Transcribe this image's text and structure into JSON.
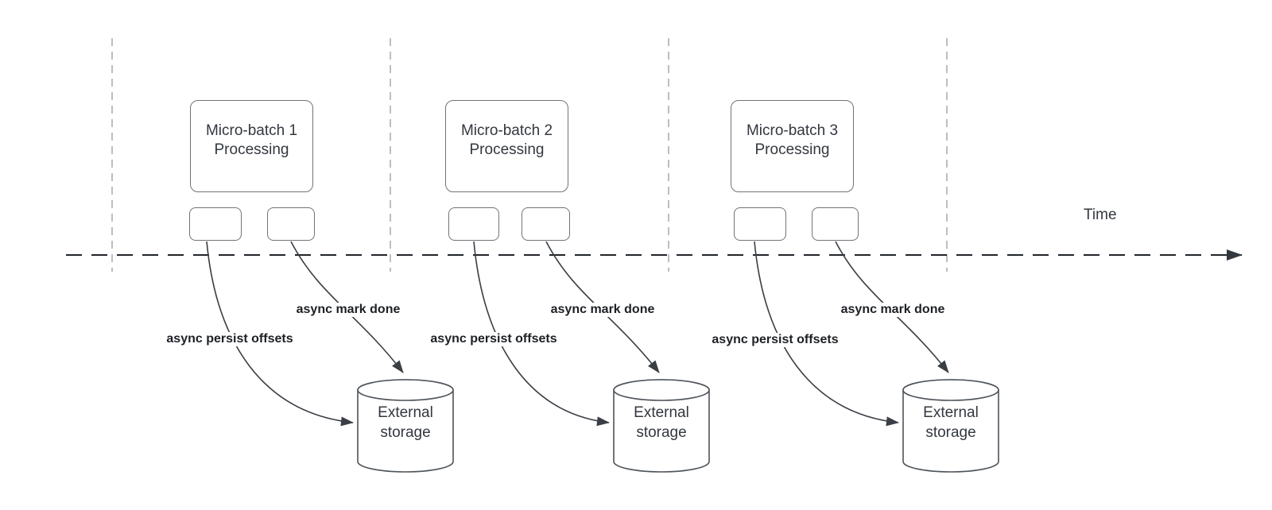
{
  "diagram": {
    "timeline": {
      "label": "Time"
    },
    "batches": [
      {
        "title_line1": "Micro-batch 1",
        "title_line2": "Processing",
        "persist_arrow_label": "async persist offsets",
        "mark_done_arrow_label": "async mark done",
        "storage": {
          "line1": "External",
          "line2": "storage"
        }
      },
      {
        "title_line1": "Micro-batch 2",
        "title_line2": "Processing",
        "persist_arrow_label": "async persist offsets",
        "mark_done_arrow_label": "async mark done",
        "storage": {
          "line1": "External",
          "line2": "storage"
        }
      },
      {
        "title_line1": "Micro-batch 3",
        "title_line2": "Processing",
        "persist_arrow_label": "async persist offsets",
        "mark_done_arrow_label": "async mark done",
        "storage": {
          "line1": "External",
          "line2": "storage"
        }
      }
    ],
    "colors": {
      "background": "#ffffff",
      "timeline_line": "#212529",
      "guide_line_gray": "#a9a9a9",
      "arrow_dark": "#3a3f45",
      "node_border": "#707478",
      "node_text": "#33383f",
      "bold_label_text": "#1d2025"
    }
  }
}
